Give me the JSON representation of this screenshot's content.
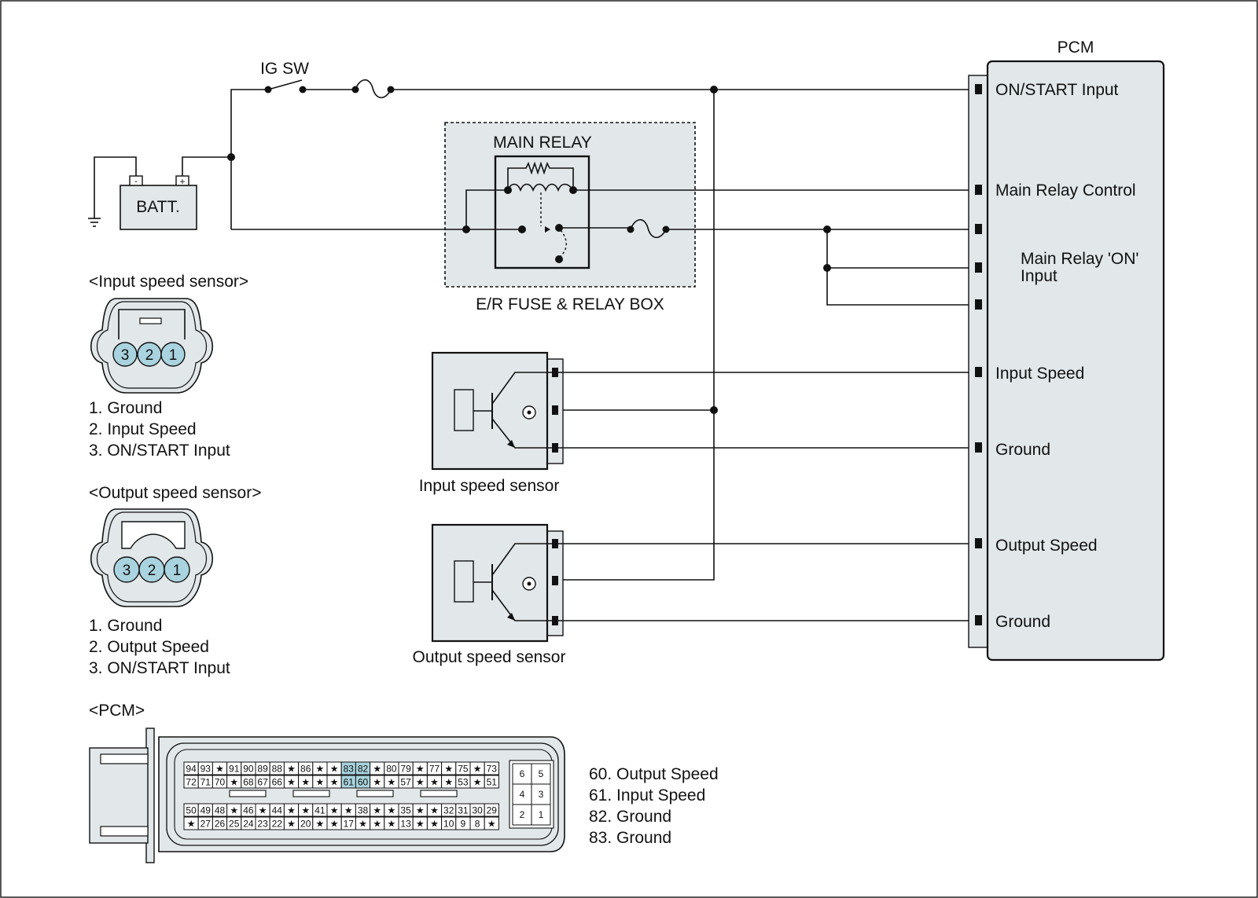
{
  "switch": {
    "label": "IG SW"
  },
  "battery": {
    "label": "BATT.",
    "neg": "-",
    "pos": "+"
  },
  "relay_box": {
    "relay_label": "MAIN RELAY",
    "box_label": "E/R FUSE & RELAY BOX"
  },
  "pcm": {
    "title": "PCM",
    "pins": [
      "ON/START Input",
      "Main Relay Control",
      "Input Speed",
      "Ground",
      "Output Speed",
      "Ground"
    ],
    "brace_label": [
      "Main Relay 'ON'",
      "Input"
    ]
  },
  "sensor_blocks": {
    "input_label": "Input speed sensor",
    "output_label": "Output speed sensor"
  },
  "input_connector": {
    "title": "<Input speed sensor>",
    "pin_numbers": [
      "3",
      "2",
      "1"
    ],
    "legend": [
      "1. Ground",
      "2. Input Speed",
      "3. ON/START Input"
    ]
  },
  "output_connector": {
    "title": "<Output speed sensor>",
    "pin_numbers": [
      "3",
      "2",
      "1"
    ],
    "legend": [
      "1. Ground",
      "2. Output Speed",
      "3. ON/START Input"
    ]
  },
  "pcm_connector": {
    "title": "<PCM>",
    "rows": [
      [
        "94",
        "93",
        "★",
        "91",
        "90",
        "89",
        "88",
        "★",
        "86",
        "★",
        "★",
        "83",
        "82",
        "★",
        "80",
        "79",
        "★",
        "77",
        "★",
        "75",
        "★",
        "73"
      ],
      [
        "72",
        "71",
        "70",
        "★",
        "68",
        "67",
        "66",
        "★",
        "★",
        "★",
        "★",
        "61",
        "60",
        "★",
        "★",
        "57",
        "★",
        "★",
        "★",
        "53",
        "★",
        "51"
      ],
      [
        "50",
        "49",
        "48",
        "★",
        "46",
        "★",
        "44",
        "★",
        "★",
        "41",
        "★",
        "★",
        "38",
        "★",
        "★",
        "35",
        "★",
        "★",
        "32",
        "31",
        "30",
        "29"
      ],
      [
        "★",
        "27",
        "26",
        "25",
        "24",
        "23",
        "22",
        "★",
        "20",
        "★",
        "★",
        "17",
        "★",
        "★",
        "★",
        "13",
        "★",
        "★",
        "10",
        "9",
        "8",
        "★"
      ]
    ],
    "highlight_pins": [
      "83",
      "82",
      "61",
      "60"
    ],
    "small_block": [
      [
        "6",
        "5"
      ],
      [
        "4",
        "3"
      ],
      [
        "2",
        "1"
      ]
    ],
    "legend": [
      "60. Output Speed",
      "61. Input Speed",
      "82. Ground",
      "83. Ground"
    ]
  },
  "colors": {
    "connector_fill": "#a9d3de",
    "panel_fill": "#e2e7e9",
    "line": "#111111"
  }
}
